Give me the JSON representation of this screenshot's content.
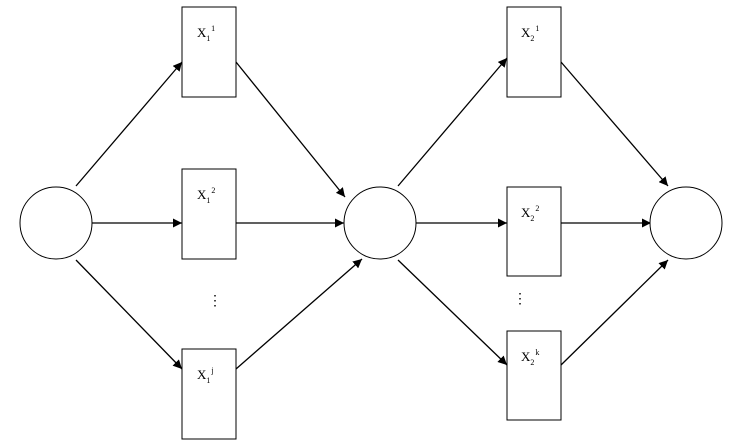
{
  "diagram": {
    "labels": {
      "x1_1": {
        "base": "X",
        "sub": "1",
        "sup": "1"
      },
      "x1_2": {
        "base": "X",
        "sub": "1",
        "sup": "2"
      },
      "x1_j": {
        "base": "X",
        "sub": "1",
        "sup": "j"
      },
      "x2_1": {
        "base": "X",
        "sub": "2",
        "sup": "1"
      },
      "x2_2": {
        "base": "X",
        "sub": "2",
        "sup": "2"
      },
      "x2_k": {
        "base": "X",
        "sub": "2",
        "sup": "k"
      }
    },
    "ellipsis": "⋮",
    "colors": {
      "stroke": "#000000",
      "background": "#ffffff"
    }
  }
}
